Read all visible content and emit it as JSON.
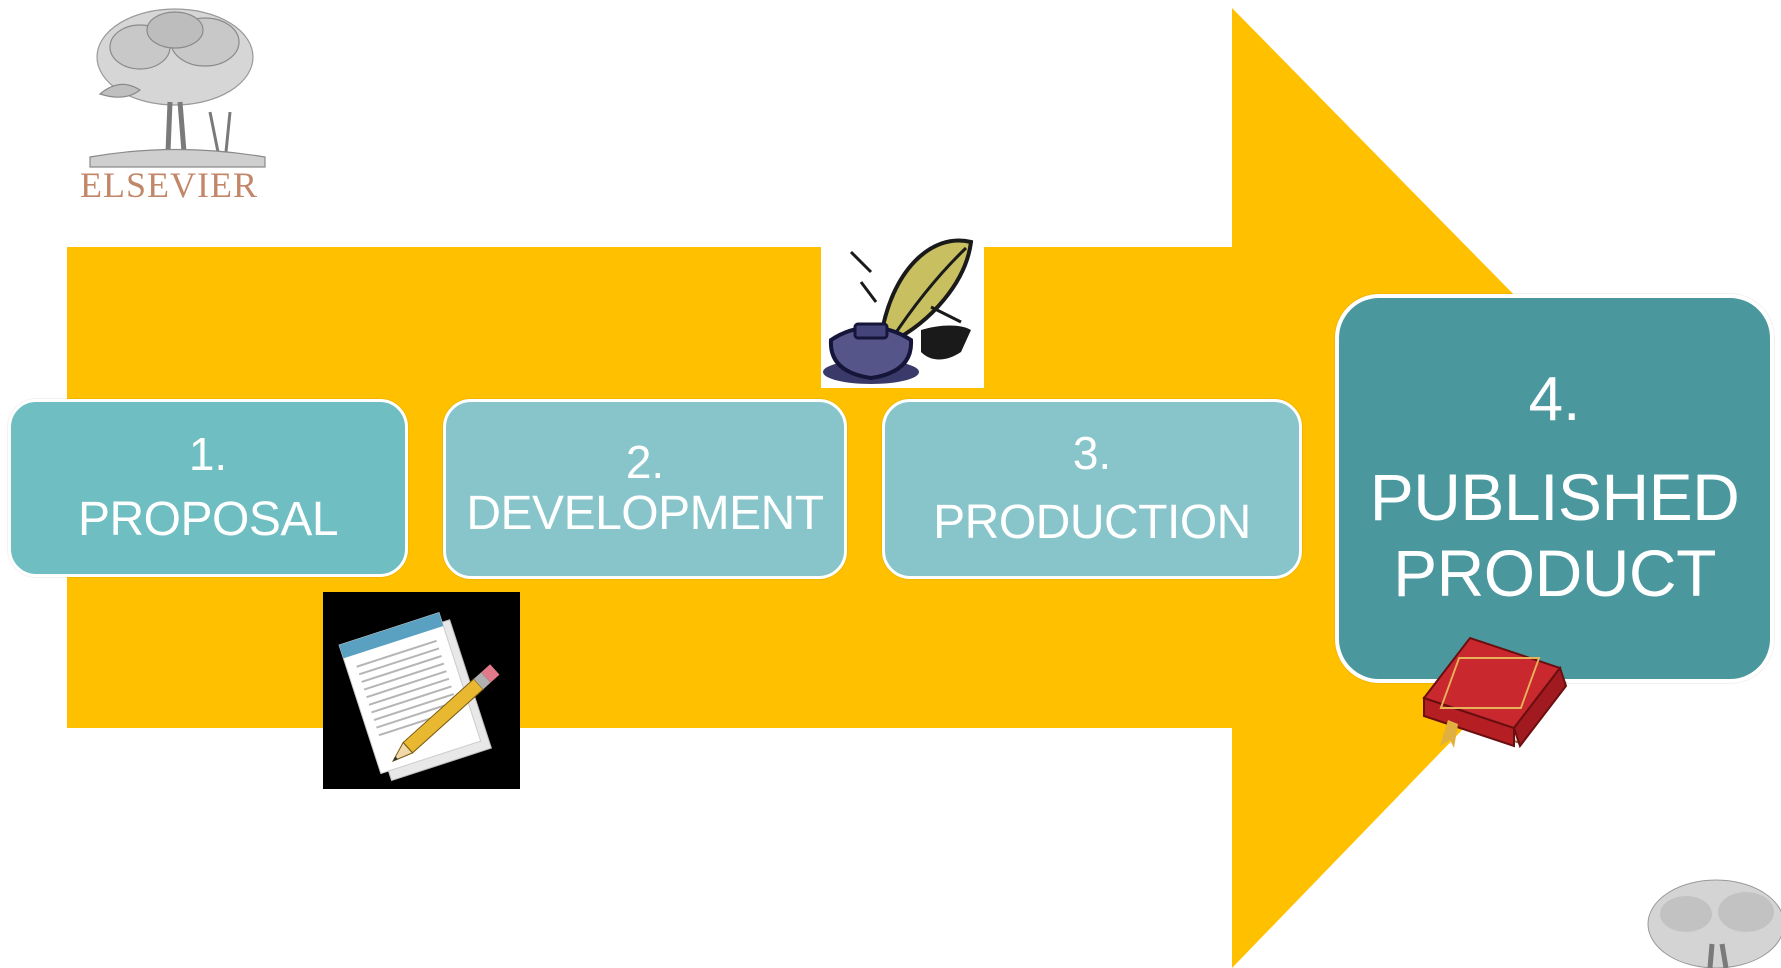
{
  "diagram": {
    "arrow_color": "#ffc000",
    "steps": [
      {
        "number": "1.",
        "label": "PROPOSAL",
        "color": "#6fbec2"
      },
      {
        "number": "2.",
        "label": "DEVELOPMENT",
        "color": "#87c5ca"
      },
      {
        "number": "3.",
        "label": "PRODUCTION",
        "color": "#87c5ca"
      },
      {
        "number": "4.",
        "label_line1": "PUBLISHED",
        "label_line2": "PRODUCT",
        "color": "#4a989e"
      }
    ]
  },
  "logo": {
    "text": "ELSEVIER"
  },
  "icons": [
    "elsevier-tree-logo-icon",
    "quill-inkwell-icon",
    "document-pencil-icon",
    "red-book-icon"
  ]
}
